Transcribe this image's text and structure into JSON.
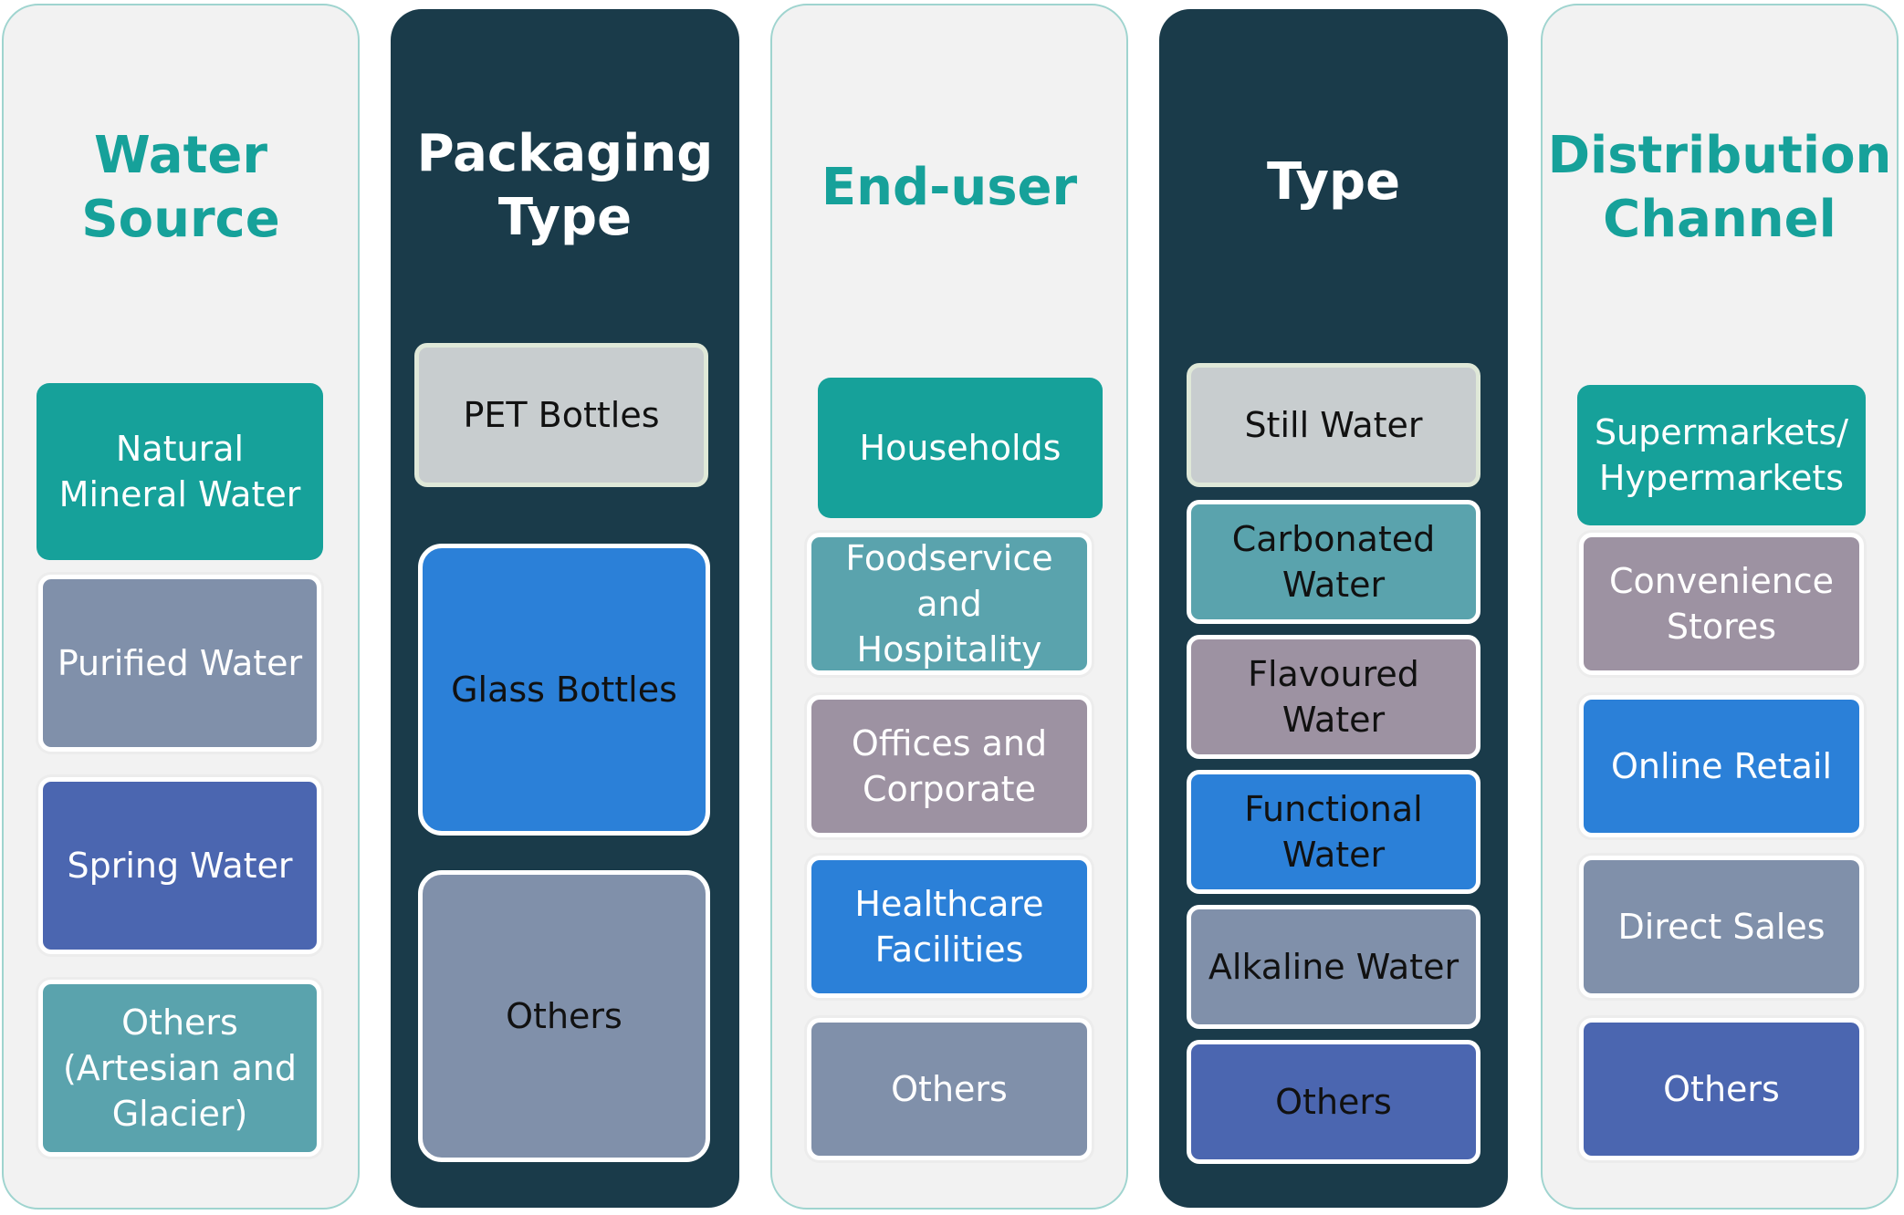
{
  "colors": {
    "teal_dark": "#16a19a",
    "teal_mid": "#5aa3ad",
    "slate": "#8090aa",
    "indigo": "#4b66b0",
    "blue": "#2b80d8",
    "mauve": "#9d92a2",
    "light_gray": "#c8cdcf",
    "navy": "#1a3b4a"
  },
  "columns": [
    {
      "heading": [
        "Water",
        "Source"
      ],
      "items": [
        {
          "label": [
            "Natural",
            "Mineral Water"
          ]
        },
        {
          "label": [
            "Purified Water"
          ]
        },
        {
          "label": [
            "Spring Water"
          ]
        },
        {
          "label": [
            "Others",
            "(Artesian and",
            "Glacier)"
          ]
        }
      ]
    },
    {
      "heading": [
        "Packaging",
        "Type"
      ],
      "items": [
        {
          "label": [
            "PET Bottles"
          ]
        },
        {
          "label": [
            "Glass Bottles"
          ]
        },
        {
          "label": [
            "Others"
          ]
        }
      ]
    },
    {
      "heading": [
        "End-user"
      ],
      "items": [
        {
          "label": [
            "Households"
          ]
        },
        {
          "label": [
            "Foodservice",
            "and Hospitality"
          ]
        },
        {
          "label": [
            "Offices and",
            "Corporate"
          ]
        },
        {
          "label": [
            "Healthcare",
            "Facilities"
          ]
        },
        {
          "label": [
            "Others"
          ]
        }
      ]
    },
    {
      "heading": [
        "Type"
      ],
      "items": [
        {
          "label": [
            "Still Water"
          ]
        },
        {
          "label": [
            "Carbonated",
            "Water"
          ]
        },
        {
          "label": [
            "Flavoured",
            "Water"
          ]
        },
        {
          "label": [
            "Functional",
            "Water"
          ]
        },
        {
          "label": [
            "Alkaline Water"
          ]
        },
        {
          "label": [
            "Others"
          ]
        }
      ]
    },
    {
      "heading": [
        "Distribution",
        "Channel"
      ],
      "items": [
        {
          "label": [
            "Supermarkets/",
            "Hypermarkets"
          ]
        },
        {
          "label": [
            "Convenience",
            "Stores"
          ]
        },
        {
          "label": [
            "Online Retail"
          ]
        },
        {
          "label": [
            "Direct Sales"
          ]
        },
        {
          "label": [
            "Others"
          ]
        }
      ]
    }
  ]
}
